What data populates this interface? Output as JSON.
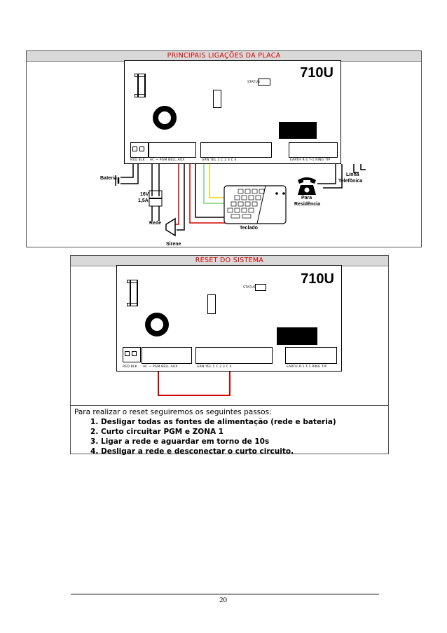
{
  "section1": {
    "title": "PRINCIPAIS LIGAÇÕES DA PLACA",
    "model": "710U",
    "status_label": "STATUS",
    "terminals_left": "RED  BLK",
    "terminals_power": "AC  ~ PGM  BELL  AUX",
    "terminals_zones": "GRN  YEL      1   C   2   3   C   4",
    "terminals_phone": "EARTH   R-1   T-1   RING   TIP",
    "labels": {
      "bateria": "Bateria",
      "power_spec_1": "16V",
      "power_spec_2": "1,5A",
      "rede": "Rede",
      "sirene": "Sirene",
      "teclado": "Teclado",
      "para_residencia_1": "Para",
      "para_residencia_2": "Residência",
      "linha_1": "Linha",
      "linha_2": "Telefônica"
    }
  },
  "section2": {
    "title": "RESET DO SISTEMA",
    "model": "710U",
    "status_label": "STATUS",
    "terminals_left": "RED  BLK",
    "terminals_power": "AC  ~ PGM  BELL  AUX",
    "terminals_zones": "GRN  YEL      1   C   2   3   C   4",
    "terminals_phone": "EARTH   R-1   T-1   RING   TIP",
    "intro": "Para realizar o reset seguiremos os seguintes passos:",
    "steps": [
      "Desligar todas as fontes de alimentação (rede e bateria)",
      "Curto circuitar PGM e ZONA 1",
      "Ligar a rede e aguardar em torno de 10s",
      "Desligar a rede e desconectar o curto circuito."
    ]
  },
  "footer": {
    "page_number": "20"
  },
  "colors": {
    "title_red": "#d40000",
    "header_gray": "#d9d9d9",
    "wire_red": "#d40000",
    "wire_green": "#7fd07f",
    "wire_yellow": "#e8d800"
  }
}
